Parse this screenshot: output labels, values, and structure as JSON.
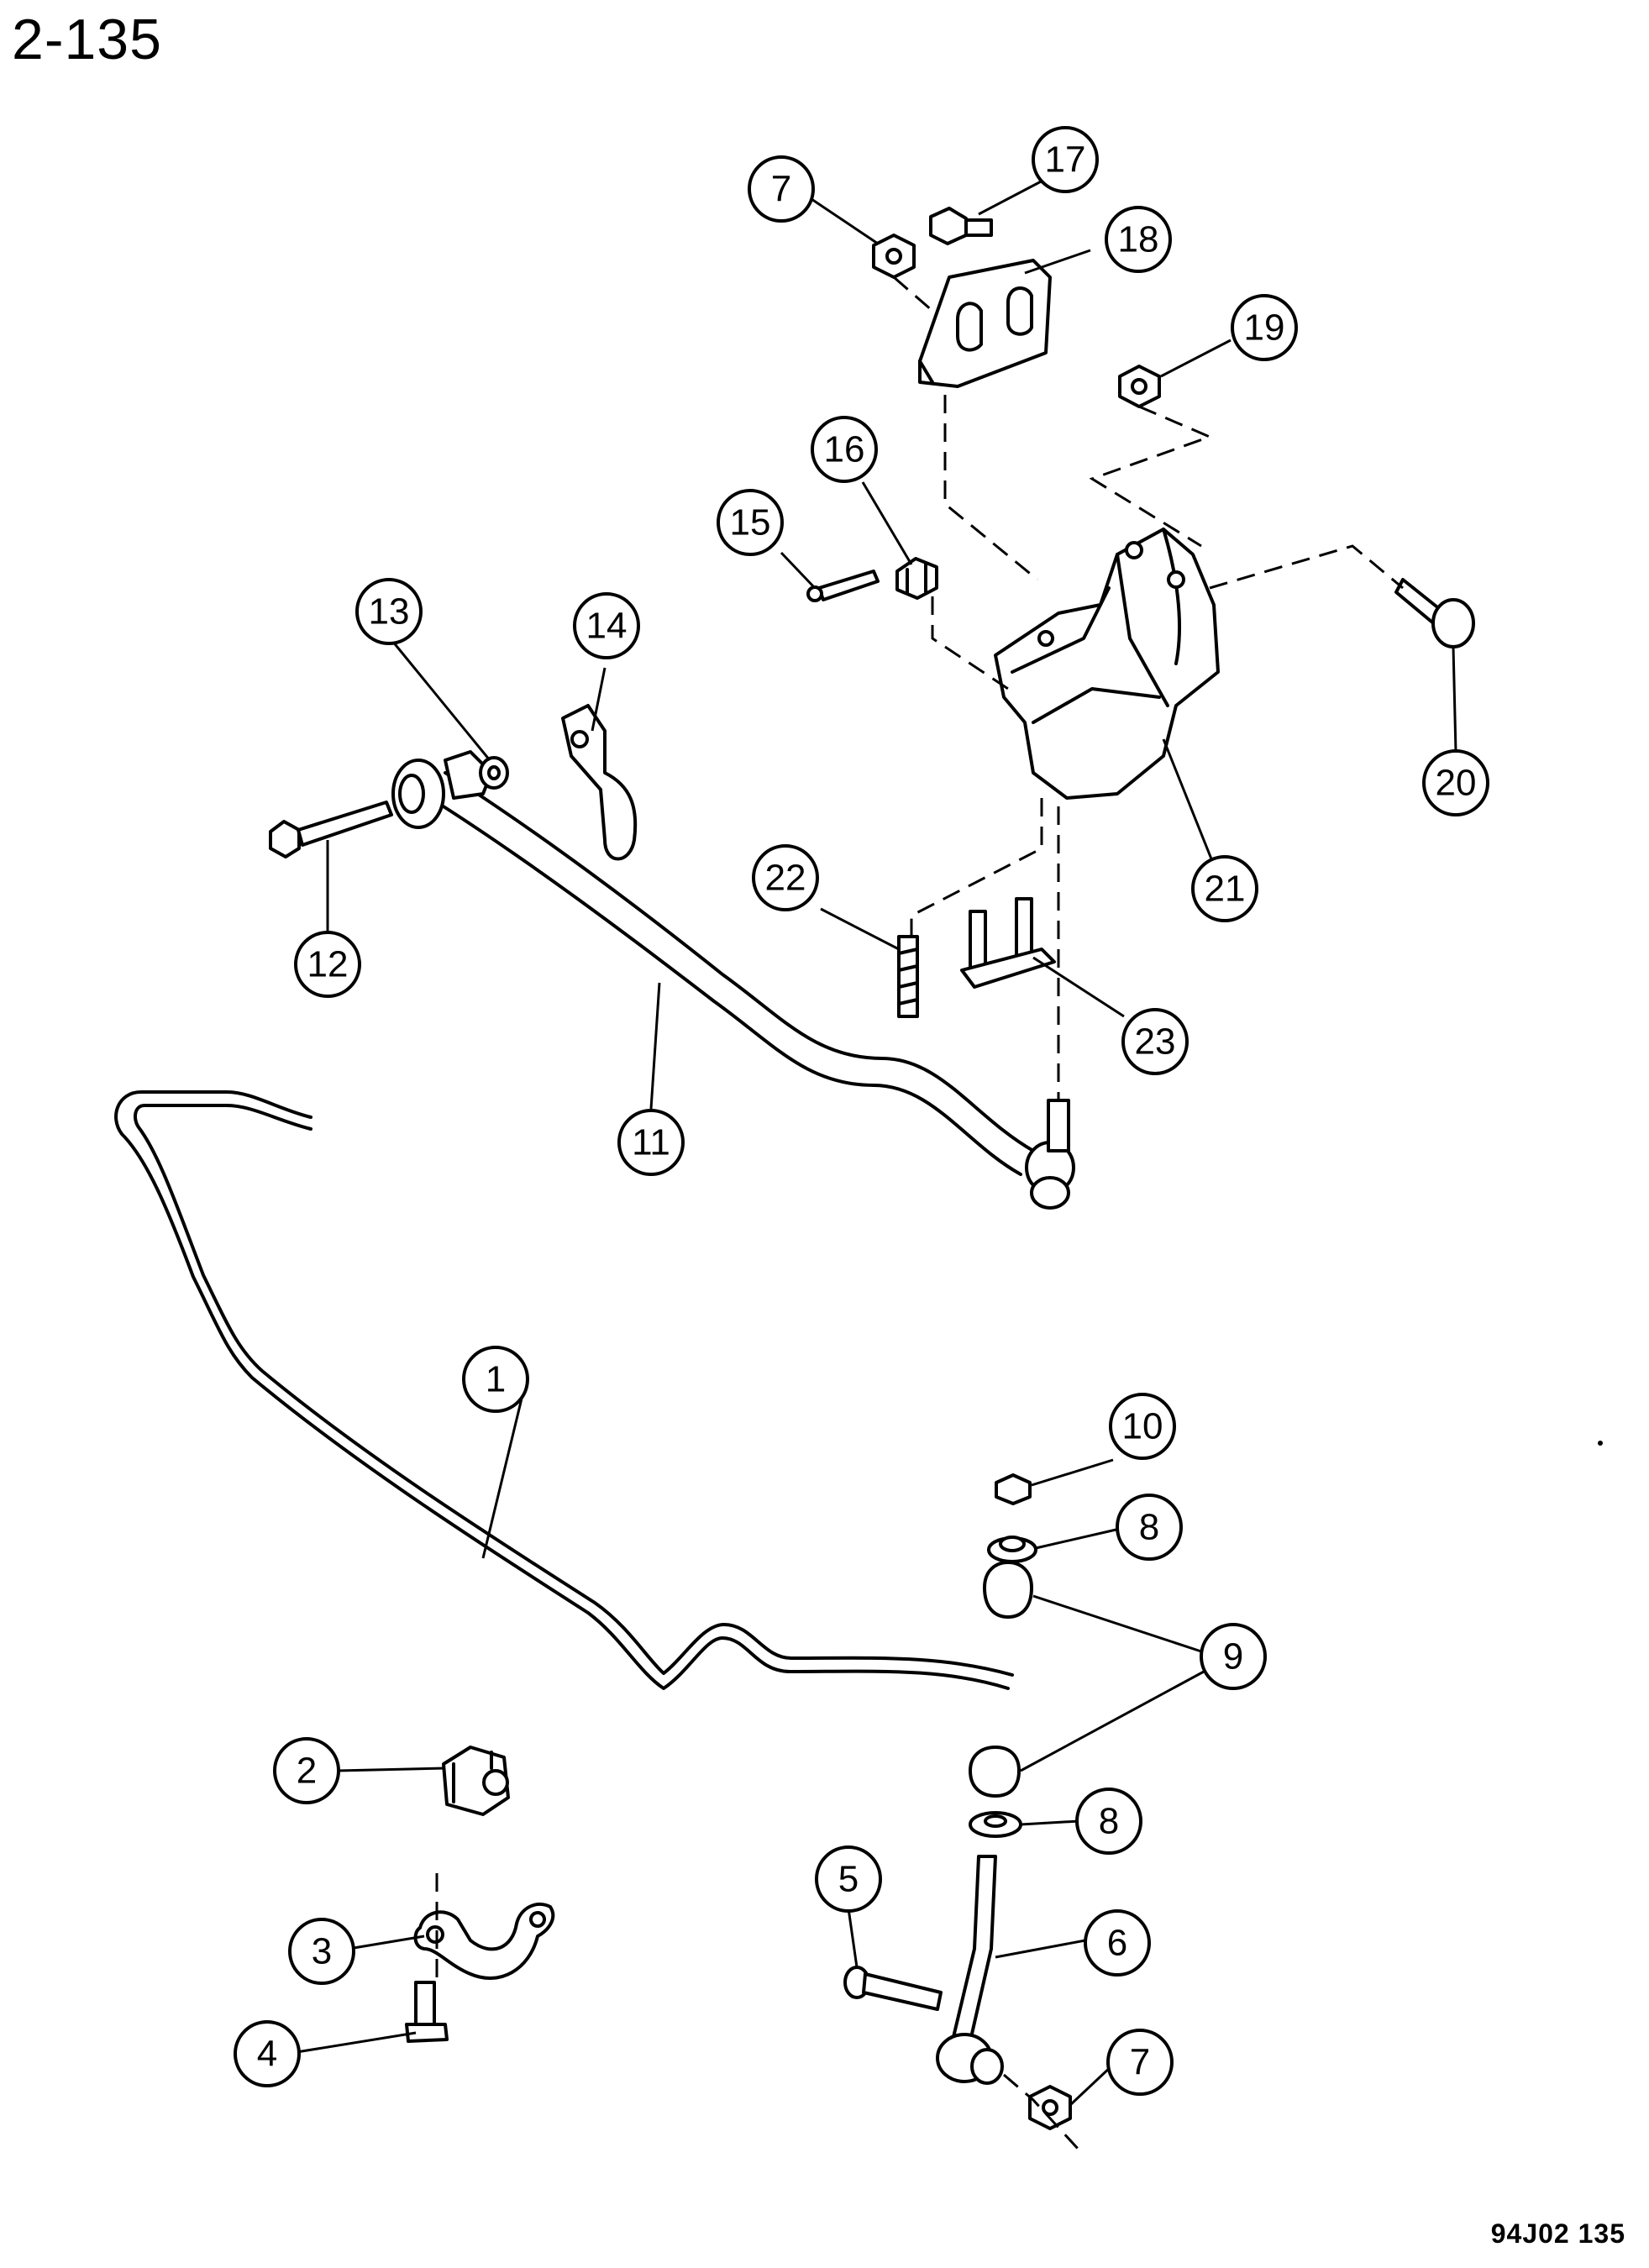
{
  "page": {
    "number": "2-135",
    "figure_code": "94J02 135"
  },
  "callouts": {
    "c1": "1",
    "c2": "2",
    "c3": "3",
    "c4": "4",
    "c5": "5",
    "c6": "6",
    "c7a": "7",
    "c7b": "7",
    "c8a": "8",
    "c8b": "8",
    "c9": "9",
    "c10": "10",
    "c11": "11",
    "c12": "12",
    "c13": "13",
    "c14": "14",
    "c15": "15",
    "c16": "16",
    "c17": "17",
    "c18": "18",
    "c19": "19",
    "c20": "20",
    "c21": "21",
    "c22": "22",
    "c23": "23"
  }
}
